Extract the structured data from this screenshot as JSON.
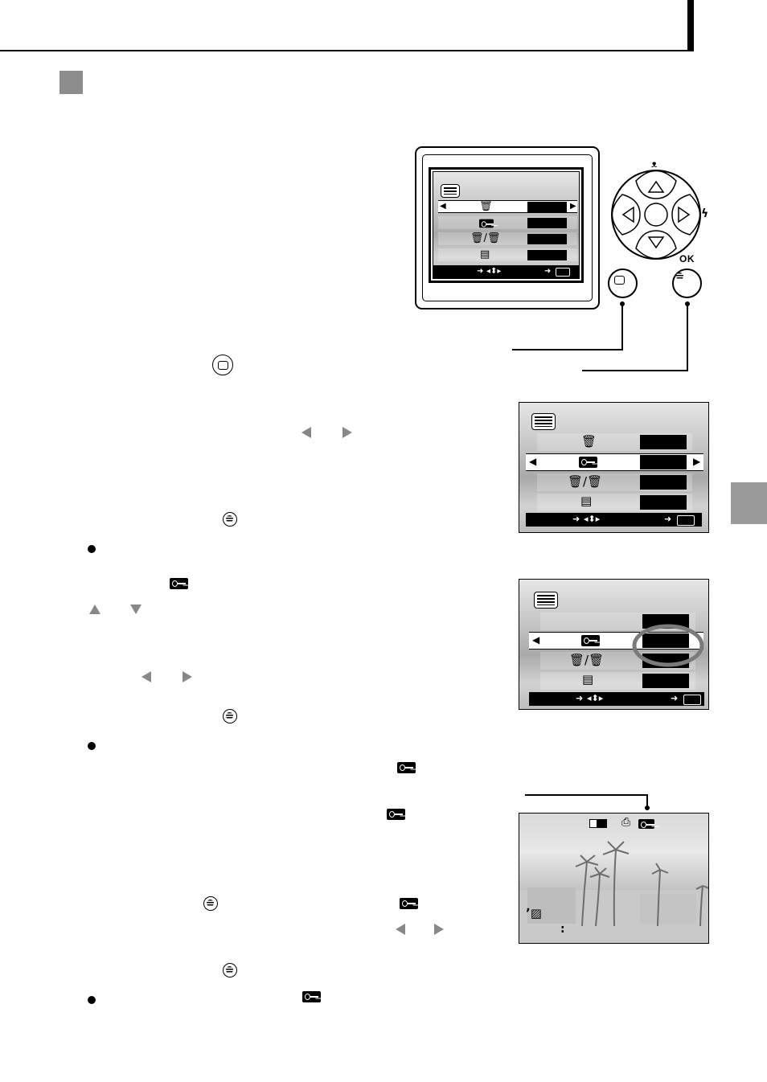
{
  "controls": {
    "ok_label": "OK",
    "up_symbol": "▲",
    "down_symbol": "▼",
    "left_symbol": "◀",
    "right_symbol": "▶",
    "macro_symbol": "ᴥ",
    "flash_symbol": "ϟ"
  },
  "menu_icons": {
    "menu": "menu-icon",
    "erase_all": "erase-all-icon",
    "protect": "protect-icon",
    "erase_frame": "erase-frame-icon",
    "copy": "copy-icon"
  },
  "playback": {
    "battery_icon": "battery-icon",
    "print_icon": "print-icon",
    "protect_icon": "protect-icon",
    "card_icon": "card-icon",
    "time_separator": ":"
  },
  "colors": {
    "section_square": "#8c8c8c",
    "side_tab": "#9a9a9a",
    "arrow_gray": "#888888"
  }
}
